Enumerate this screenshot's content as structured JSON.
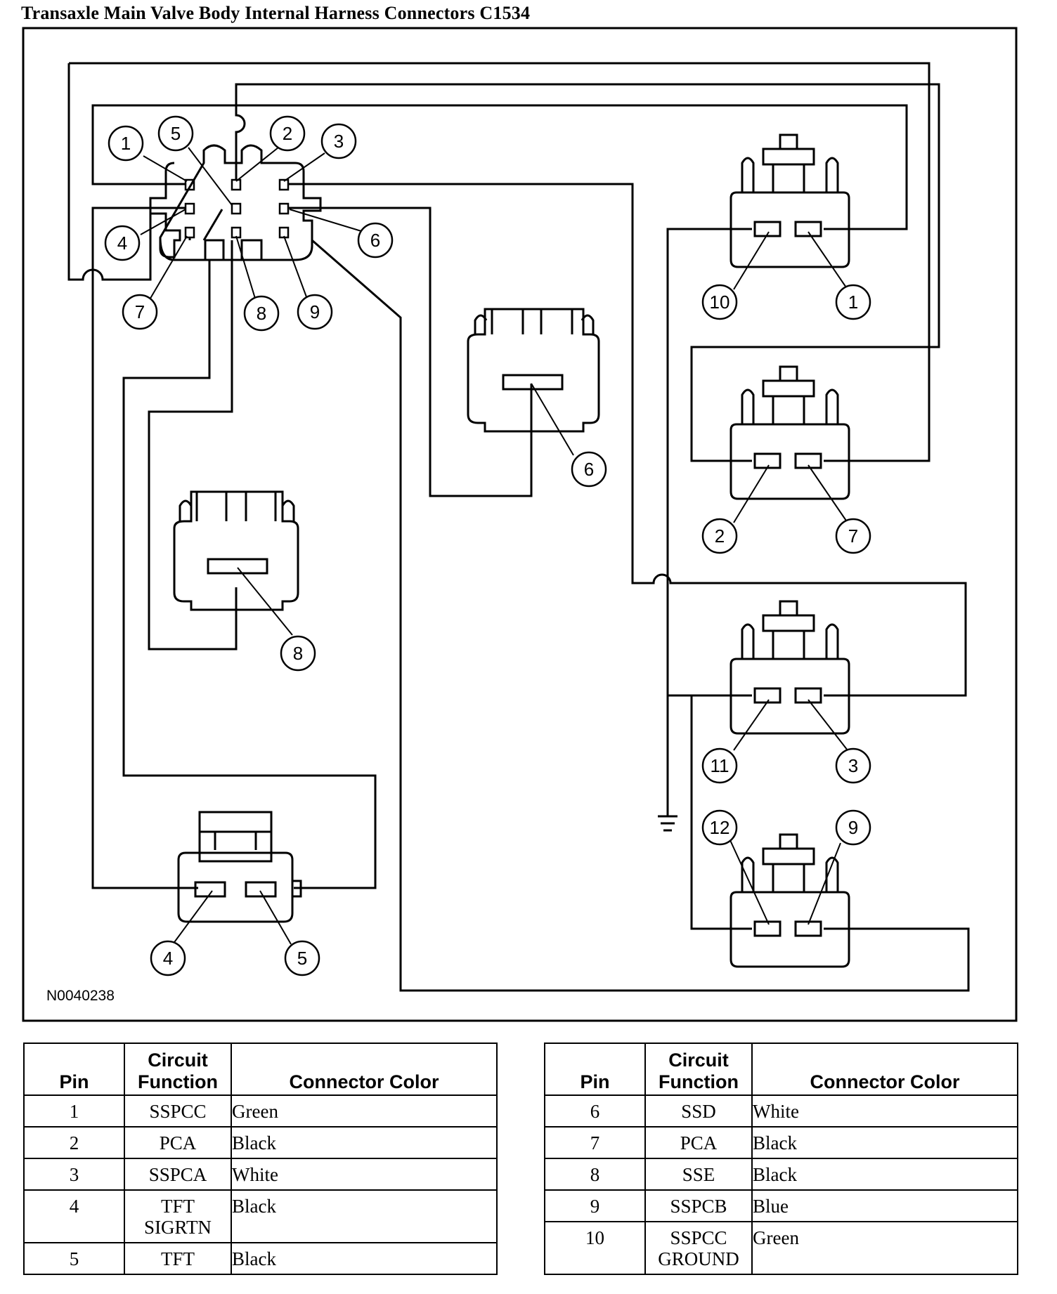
{
  "title": "Transaxle Main Valve Body Internal Harness Connectors C1534",
  "figure_id": "N0040238",
  "main_connector_pins": [
    "1",
    "2",
    "3",
    "4",
    "5",
    "6",
    "7",
    "8",
    "9"
  ],
  "component_pins": [
    "10",
    "1",
    "2",
    "7",
    "11",
    "3",
    "12",
    "9",
    "6",
    "8",
    "4",
    "5"
  ],
  "tables": [
    {
      "headers": {
        "pin": "Pin",
        "function_line1": "Circuit",
        "function_line2": "Function",
        "color": "Connector Color"
      },
      "rows": [
        {
          "pin": "1",
          "function": "SSPCC",
          "function_line2": "",
          "color": "Green"
        },
        {
          "pin": "2",
          "function": "PCA",
          "function_line2": "",
          "color": "Black"
        },
        {
          "pin": "3",
          "function": "SSPCA",
          "function_line2": "",
          "color": "White"
        },
        {
          "pin": "4",
          "function": "TFT",
          "function_line2": "SIGRTN",
          "color": "Black"
        },
        {
          "pin": "5",
          "function": "TFT",
          "function_line2": "",
          "color": "Black"
        }
      ]
    },
    {
      "headers": {
        "pin": "Pin",
        "function_line1": "Circuit",
        "function_line2": "Function",
        "color": "Connector Color"
      },
      "rows": [
        {
          "pin": "6",
          "function": "SSD",
          "function_line2": "",
          "color": "White"
        },
        {
          "pin": "7",
          "function": "PCA",
          "function_line2": "",
          "color": "Black"
        },
        {
          "pin": "8",
          "function": "SSE",
          "function_line2": "",
          "color": "Black"
        },
        {
          "pin": "9",
          "function": "SSPCB",
          "function_line2": "",
          "color": "Blue"
        },
        {
          "pin": "10",
          "function": "SSPCC",
          "function_line2": "GROUND",
          "color": "Green"
        }
      ]
    }
  ]
}
